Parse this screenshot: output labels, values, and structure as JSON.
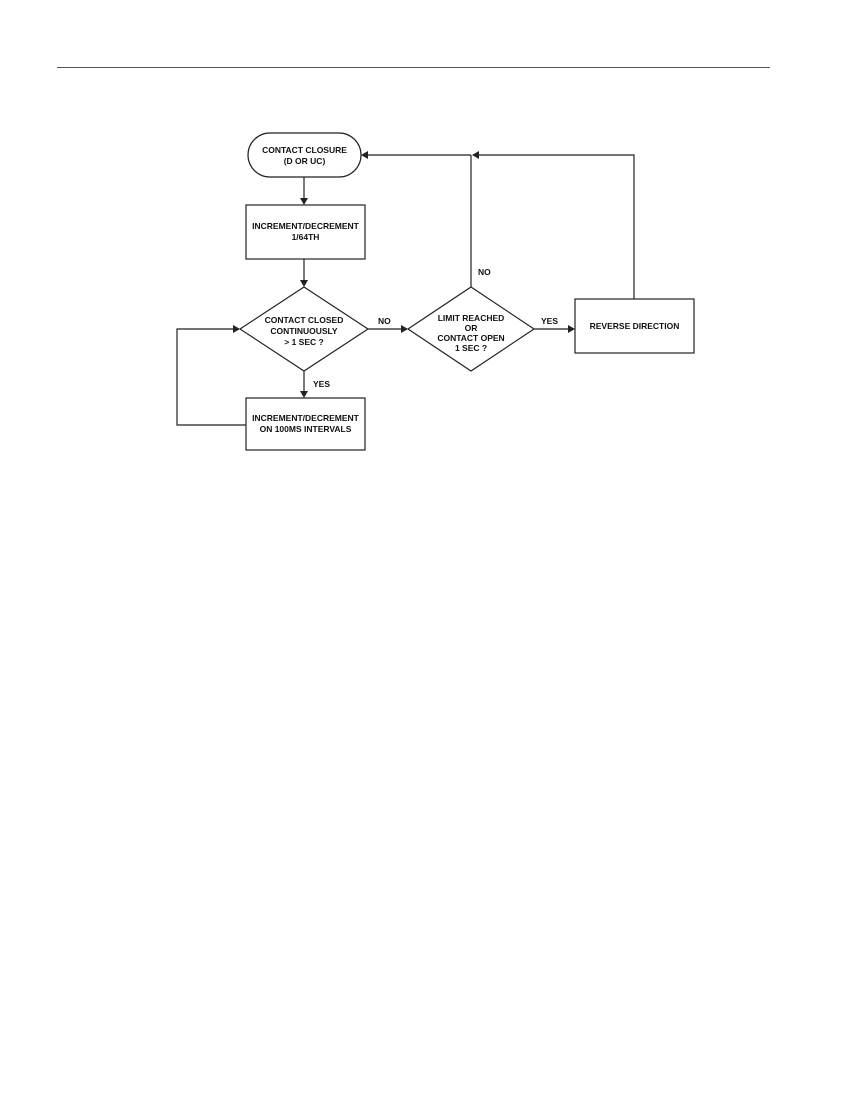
{
  "nodes": {
    "start": {
      "line1": "CONTACT CLOSURE",
      "line2": "(D OR UC)"
    },
    "step1": {
      "line1": "INCREMENT/DECREMENT",
      "line2": "1/64TH"
    },
    "decision1": {
      "line1": "CONTACT CLOSED",
      "line2": "CONTINUOUSLY",
      "line3": "> 1 SEC ?"
    },
    "step2": {
      "line1": "INCREMENT/DECREMENT",
      "line2": "ON 100MS INTERVALS"
    },
    "decision2": {
      "line1": "LIMIT REACHED",
      "line2": "OR",
      "line3": "CONTACT OPEN",
      "line4": "1 SEC ?"
    },
    "step3": {
      "line1": "REVERSE DIRECTION"
    }
  },
  "edges": {
    "d1_yes": "YES",
    "d1_no": "NO",
    "d2_yes": "YES",
    "d2_no": "NO"
  }
}
